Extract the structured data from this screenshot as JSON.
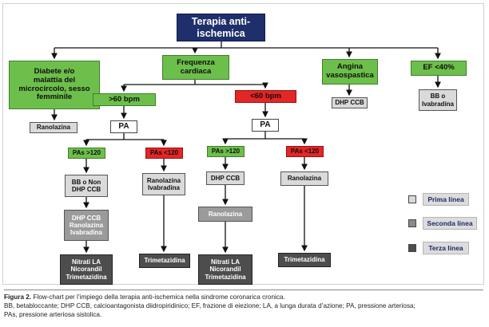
{
  "nodes": {
    "root": "Terapia anti-\nischemica",
    "diabete": "Diabete e/o\nmalattia del\nmicrocircolo, sesso\nfemminile",
    "frequenza": "Frequenza\ncardiaca",
    "angina": "Angina\nvasospastica",
    "ef": "EF <40%",
    "gt60": ">60 bpm",
    "lt60": "<60 bpm",
    "ranolazina_diabete": "Ranolazina",
    "dhp_angina": "DHP CCB",
    "bb_ivabradina_ef": "BB o\nIvabradina",
    "pa_left": "PA",
    "pa_right": "PA",
    "pas_gt120_left": "PAs >120",
    "pas_lt120_left": "PAs <120",
    "pas_gt120_right": "PAs >120",
    "pas_lt120_right": "PAs <120",
    "bb_nondhp": "BB o Non\nDHP CCB",
    "ranolazina_ivabradina": "Ranolazina\nIvabradina",
    "dhp_right": "DHP CCB",
    "ranolazina_right": "Ranolazina",
    "dhp_ranolazina_ivabradina": "DHP CCB\nRanolazina\nIvabradina",
    "ranolazina_mid": "Ranolazina",
    "nitrati_left": "Nitrati LA\nNicorandil\nTrimetazidina",
    "trimetazidina_left": "Trimetazidina",
    "nitrati_right": "Nitrati LA\nNicorandil\nTrimetazidina",
    "trimetazidina_right": "Trimetazidina"
  },
  "legend": {
    "first": "Prima linea",
    "second": "Seconda linea",
    "third": "Terza linea"
  },
  "caption": {
    "fig": "Figura 2.",
    "title": " Flow-chart per l’impiego della terapia anti-ischemica nella sindrome coronarica cronica.",
    "abbrev1": "BB, betabloccante; DHP CCB, calcioantagonista diidropiridinico; EF, frazione di eiezione; LA, a lunga durata d’azione; PA, pressione arteriosa;",
    "abbrev2": "PAs, pressione arteriosa sistolica."
  },
  "colors": {
    "root": "#1f2f6b",
    "decision_green": "#6dbf4b",
    "decision_red": "#e32626",
    "first_line": "#dadada",
    "second_line": "#9b9b9b",
    "third_line": "#4d4d4d"
  }
}
